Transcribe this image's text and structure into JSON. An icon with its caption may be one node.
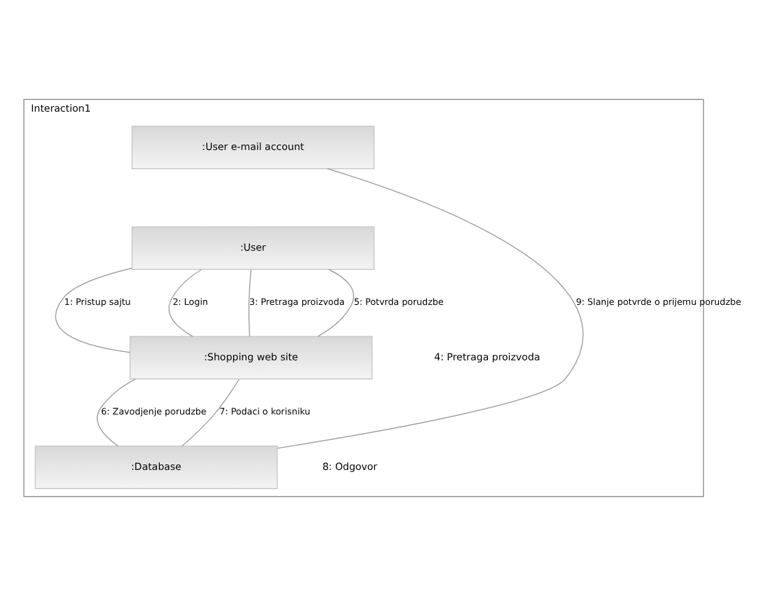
{
  "diagram": {
    "nodes": [
      {
        "text": [
          "Interaction1"
        ]
      },
      {
        "text": [
          ":User e-mail account"
        ],
        "in": 0
      },
      {
        "text": [
          ":User"
        ],
        "in": 0
      },
      {
        "text": [
          ":Shopping web site"
        ],
        "in": 0
      },
      {
        "text": [
          ":Database"
        ],
        "in": 0
      }
    ],
    "edges": [
      {
        "from": 2,
        "to": 3,
        "arrow": "none",
        "label": "1: Pristup sajtu"
      },
      {
        "from": 2,
        "to": 3,
        "arrow": "none",
        "label": "2: Login"
      },
      {
        "from": 2,
        "to": 3,
        "arrow": "none",
        "label": "3: Pretraga proizvoda"
      },
      {
        "from": 2,
        "to": 3,
        "arrow": "none",
        "label": "5: Potvrda porudzbe"
      },
      {
        "from": 3,
        "to": 4,
        "arrow": "none",
        "label": "6: Zavodjenje porudzbe"
      },
      {
        "from": 3,
        "to": 4,
        "arrow": "none",
        "label": "7: Podaci o korisniku"
      },
      {
        "from": 4,
        "to": 1,
        "arrow": "none",
        "label": "9: Slanje potvrde o prijemu porudzbe"
      }
    ],
    "labels": [
      "4: Pretraga proizvoda",
      "8: Odgovor"
    ]
  }
}
